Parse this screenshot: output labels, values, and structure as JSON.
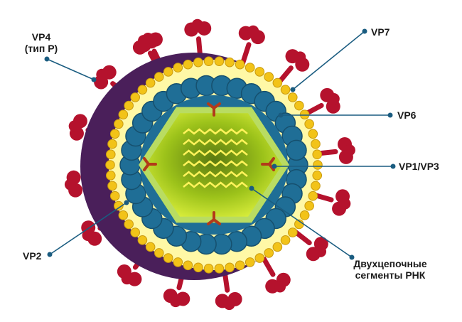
{
  "labels": {
    "vp4_line1": "VP4",
    "vp4_line2": "(тип P)",
    "vp7": "VP7",
    "vp6": "VP6",
    "vp1_vp3": "VP1/VP3",
    "vp2": "VP2",
    "rna_line1": "Двухцепочные",
    "rna_line2": "сегменты РНК"
  },
  "colors": {
    "outer_shell": "#4a1f5a",
    "spike": "#b5122d",
    "yellow_bead": "#f2c318",
    "middle_layer": "#fff8a6",
    "blue_bead": "#1f6e96",
    "core_fill": "#9cc21a",
    "core_rim": "#b9dc62",
    "rna": "#fff35a",
    "tri_protein": "#b23a1a",
    "leader": "#1a5c80"
  }
}
